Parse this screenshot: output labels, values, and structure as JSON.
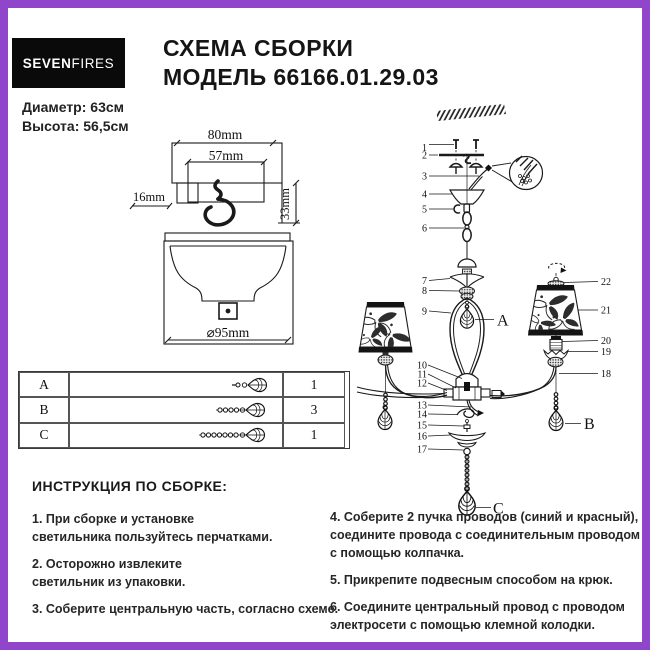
{
  "brand": {
    "seven": "SEVEN",
    "fires": "FIRES"
  },
  "header": {
    "title_line1": "СХЕМА СБОРКИ",
    "title_line2": "МОДЕЛЬ 66166.01.29.03",
    "diameter": "Диаметр: 63см",
    "height": "Высота: 56,5см"
  },
  "mount_drawing": {
    "width_outer": "80mm",
    "width_inner": "57mm",
    "offset_left": "16mm",
    "height_right": "33mm"
  },
  "shade_drawing": {
    "diameter": "⌀95mm"
  },
  "parts_table": {
    "rows": [
      {
        "letter": "A",
        "qty": "1"
      },
      {
        "letter": "B",
        "qty": "3"
      },
      {
        "letter": "C",
        "qty": "1"
      }
    ]
  },
  "diagram": {
    "labels": [
      "1",
      "2",
      "3",
      "4",
      "5",
      "6",
      "7",
      "8",
      "9",
      "10",
      "11",
      "12",
      "13",
      "14",
      "15",
      "16",
      "17",
      "18",
      "19",
      "20",
      "21",
      "22"
    ],
    "letter_a": "A",
    "letter_b": "B",
    "letter_c": "C"
  },
  "instructions": {
    "heading": "ИНСТРУКЦИЯ ПО СБОРКЕ:",
    "left": [
      {
        "l1": "1. При сборке и установке",
        "l2": "светильника пользуйтесь перчатками."
      },
      {
        "l1": "2. Осторожно извлеките",
        "l2": "светильник из упаковки."
      },
      {
        "l1": "3. Соберите центральную часть, согласно схеме.",
        "l2": ""
      }
    ],
    "right": [
      {
        "l1": "4. Соберите 2 пучка проводов (синий и красный),",
        "l2": "соедините провода с соединительным проводом",
        "l3": "с помощью колпачка."
      },
      {
        "l1": "5. Прикрепите подвесным способом на крюк.",
        "l2": "",
        "l3": ""
      },
      {
        "l1": "6. Соедините центральный провод с проводом",
        "l2": "электросети с помощью клемной колодки.",
        "l3": ""
      }
    ]
  },
  "colors": {
    "border": "#8F46CB",
    "line": "#1a1a1a"
  }
}
